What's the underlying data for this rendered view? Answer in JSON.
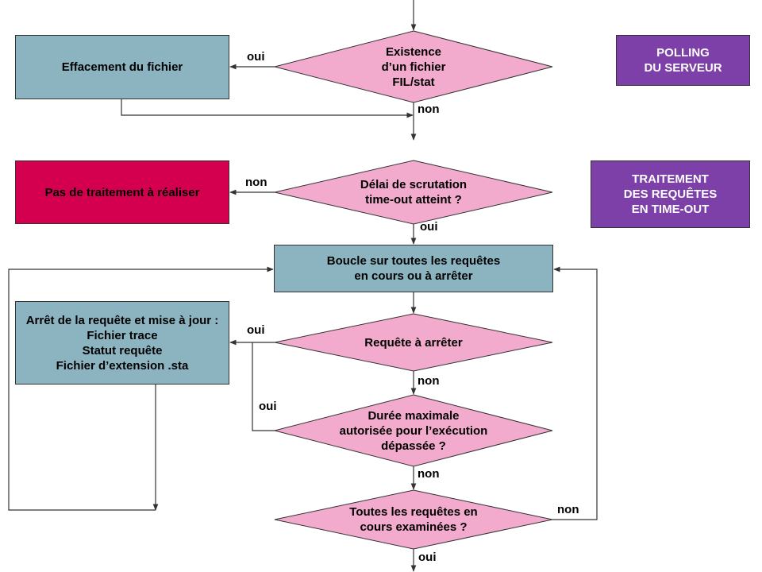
{
  "colors": {
    "process_box": "#8bb4c0",
    "decision": "#f2aacd",
    "no_processing_box": "#d4004f",
    "section_label": "#7d3fa8",
    "lines": "#333333"
  },
  "boxes": {
    "delete_file": "Effacement du fichier",
    "no_processing": "Pas de traitement à réaliser",
    "loop_requests": "Boucle sur toutes les requêtes\nen cours ou à arrêter",
    "stop_request": "Arrêt de la requête et mise à jour :\nFichier trace\nStatut requête\nFichier d’extension .sta"
  },
  "decisions": {
    "file_exists": "Existence\nd’un fichier\nFIL/stat",
    "timeout_reached": "Délai de scrutation\ntime-out atteint ?",
    "request_to_stop": "Requête à arrêter",
    "max_duration": "Durée maximale\nautorisée pour l’exécution\ndépassée ?",
    "all_examined": "Toutes les requêtes en\ncours examinées ?"
  },
  "sections": {
    "polling": "POLLING\nDU SERVEUR",
    "timeout_processing": "TRAITEMENT\nDES REQUÊTES\nEN TIME-OUT"
  },
  "labels": {
    "oui": "oui",
    "non": "non"
  }
}
